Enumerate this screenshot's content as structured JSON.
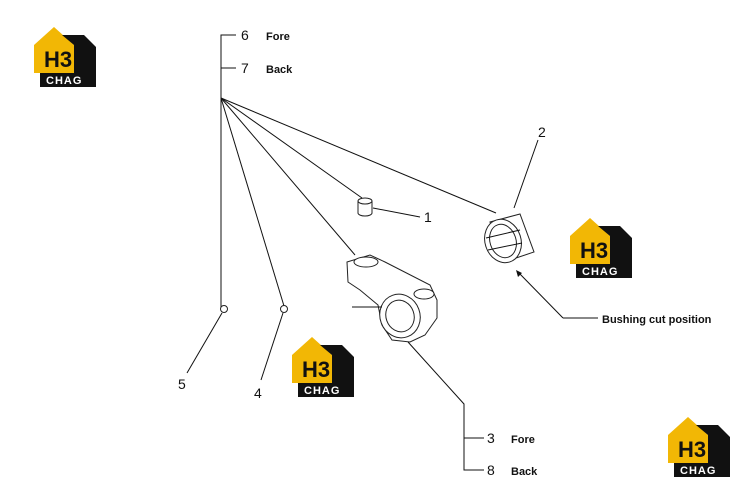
{
  "logo": {
    "mark": "H3",
    "text": "CHAG",
    "brand_colors": {
      "yellow": "#f2b705",
      "dark": "#111111"
    }
  },
  "callouts": {
    "c6": {
      "num": "6",
      "label": "Fore"
    },
    "c7": {
      "num": "7",
      "label": "Back"
    },
    "c1": {
      "num": "1"
    },
    "c2": {
      "num": "2"
    },
    "c3": {
      "num": "3",
      "label": "Fore"
    },
    "c8": {
      "num": "8",
      "label": "Back"
    },
    "c4": {
      "num": "4"
    },
    "c5": {
      "num": "5"
    }
  },
  "notes": {
    "bushing_cut": "Bushing cut  position"
  }
}
